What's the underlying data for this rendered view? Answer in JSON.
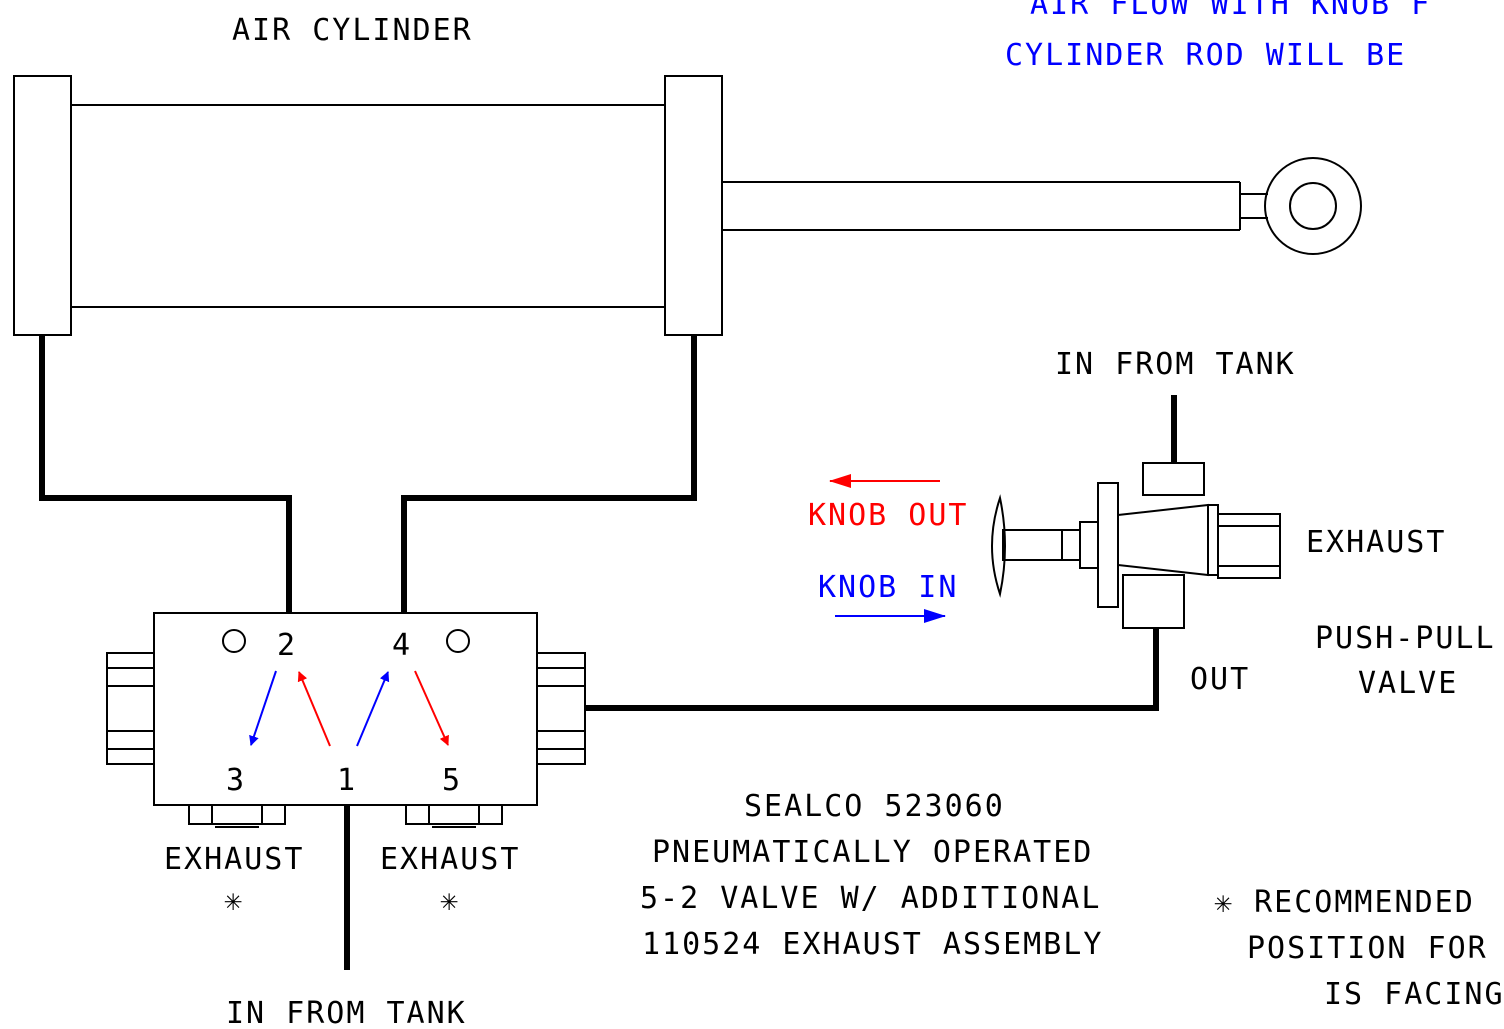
{
  "title": "AIR CYLINDER",
  "top_note": {
    "line1": "AIR FLOW WITH KNOB F",
    "line2": "CYLINDER ROD WILL BE"
  },
  "push_pull": {
    "in_label": "IN FROM TANK",
    "knob_out": "KNOB OUT",
    "knob_in": "KNOB IN",
    "exhaust": "EXHAUST",
    "out": "OUT",
    "valve_line1": "PUSH-PULL",
    "valve_line2": "VALVE"
  },
  "main_valve": {
    "ports": {
      "p2": "2",
      "p4": "4",
      "p3": "3",
      "p1": "1",
      "p5": "5"
    },
    "exhaust_left": "EXHAUST",
    "exhaust_right": "EXHAUST",
    "asterisk": "✳",
    "in_label": "IN FROM TANK"
  },
  "description": {
    "line1": "SEALCO 523060",
    "line2": "PNEUMATICALLY OPERATED",
    "line3": "5-2 VALVE W/ ADDITIONAL",
    "line4": "110524 EXHAUST ASSEMBLY"
  },
  "footnote": {
    "line1": "✳ RECOMMENDED",
    "line2": "POSITION FOR",
    "line3": "IS FACING"
  },
  "colors": {
    "knob_out": "#ff0000",
    "knob_in": "#0000ff",
    "line": "#000000"
  }
}
